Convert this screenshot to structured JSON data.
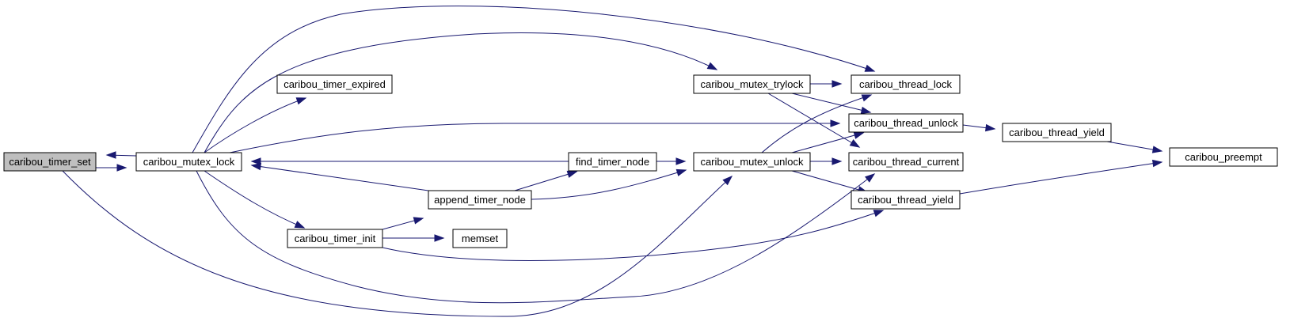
{
  "colors": {
    "edge": "#191970",
    "node_fill": "#ffffff",
    "highlight_fill": "#bfbfbf",
    "node_border": "#000000"
  },
  "nodes": [
    {
      "id": "timer_set",
      "label": "caribou_timer_set",
      "highlighted": true
    },
    {
      "id": "mutex_lock",
      "label": "caribou_mutex_lock"
    },
    {
      "id": "timer_expired",
      "label": "caribou_timer_expired"
    },
    {
      "id": "timer_init",
      "label": "caribou_timer_init"
    },
    {
      "id": "append_timer_node",
      "label": "append_timer_node"
    },
    {
      "id": "memset",
      "label": "memset"
    },
    {
      "id": "find_timer_node",
      "label": "find_timer_node"
    },
    {
      "id": "mutex_trylock",
      "label": "caribou_mutex_trylock"
    },
    {
      "id": "mutex_unlock",
      "label": "caribou_mutex_unlock"
    },
    {
      "id": "thread_lock",
      "label": "caribou_thread_lock"
    },
    {
      "id": "thread_unlock",
      "label": "caribou_thread_unlock"
    },
    {
      "id": "thread_current",
      "label": "caribou_thread_current"
    },
    {
      "id": "thread_yield_a",
      "label": "caribou_thread_yield"
    },
    {
      "id": "thread_yield_b",
      "label": "caribou_thread_yield"
    },
    {
      "id": "preempt",
      "label": "caribou_preempt"
    }
  ],
  "edges": [
    {
      "from": "timer_set",
      "to": "mutex_lock"
    },
    {
      "from": "timer_set",
      "to": "mutex_unlock"
    },
    {
      "from": "mutex_lock",
      "to": "timer_set"
    },
    {
      "from": "mutex_lock",
      "to": "timer_expired"
    },
    {
      "from": "mutex_lock",
      "to": "timer_init"
    },
    {
      "from": "mutex_lock",
      "to": "mutex_trylock"
    },
    {
      "from": "mutex_lock",
      "to": "thread_lock"
    },
    {
      "from": "mutex_lock",
      "to": "thread_unlock"
    },
    {
      "from": "mutex_lock",
      "to": "thread_current"
    },
    {
      "from": "timer_init",
      "to": "append_timer_node"
    },
    {
      "from": "timer_init",
      "to": "memset"
    },
    {
      "from": "timer_init",
      "to": "thread_yield_b"
    },
    {
      "from": "append_timer_node",
      "to": "mutex_lock"
    },
    {
      "from": "append_timer_node",
      "to": "find_timer_node"
    },
    {
      "from": "append_timer_node",
      "to": "mutex_unlock"
    },
    {
      "from": "find_timer_node",
      "to": "mutex_lock"
    },
    {
      "from": "find_timer_node",
      "to": "mutex_unlock"
    },
    {
      "from": "mutex_trylock",
      "to": "thread_lock"
    },
    {
      "from": "mutex_trylock",
      "to": "thread_unlock"
    },
    {
      "from": "mutex_trylock",
      "to": "thread_current"
    },
    {
      "from": "mutex_unlock",
      "to": "thread_lock"
    },
    {
      "from": "mutex_unlock",
      "to": "thread_unlock"
    },
    {
      "from": "mutex_unlock",
      "to": "thread_current"
    },
    {
      "from": "mutex_unlock",
      "to": "thread_yield_b"
    },
    {
      "from": "thread_unlock",
      "to": "thread_yield_a"
    },
    {
      "from": "thread_yield_a",
      "to": "preempt"
    },
    {
      "from": "thread_yield_b",
      "to": "preempt"
    }
  ]
}
